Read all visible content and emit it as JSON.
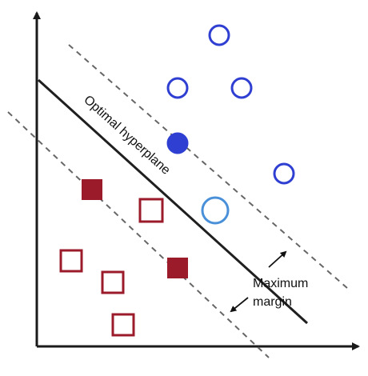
{
  "labels": {
    "hyperplane": "Optimal hyperplane",
    "margin_line1": "Maximum",
    "margin_line2": "margin"
  },
  "colors": {
    "axis": "#1a1a1a",
    "hyperplane": "#1f1f1f",
    "margin_lines": "#666666",
    "class_circle": "#2f3fd1",
    "class_square": "#9b1b2a",
    "support_circle": "#4a90d9"
  },
  "legend_semantics": {
    "class_a_shape": "circle",
    "class_b_shape": "square",
    "support_vector_marker": "filled or highlighted"
  }
}
